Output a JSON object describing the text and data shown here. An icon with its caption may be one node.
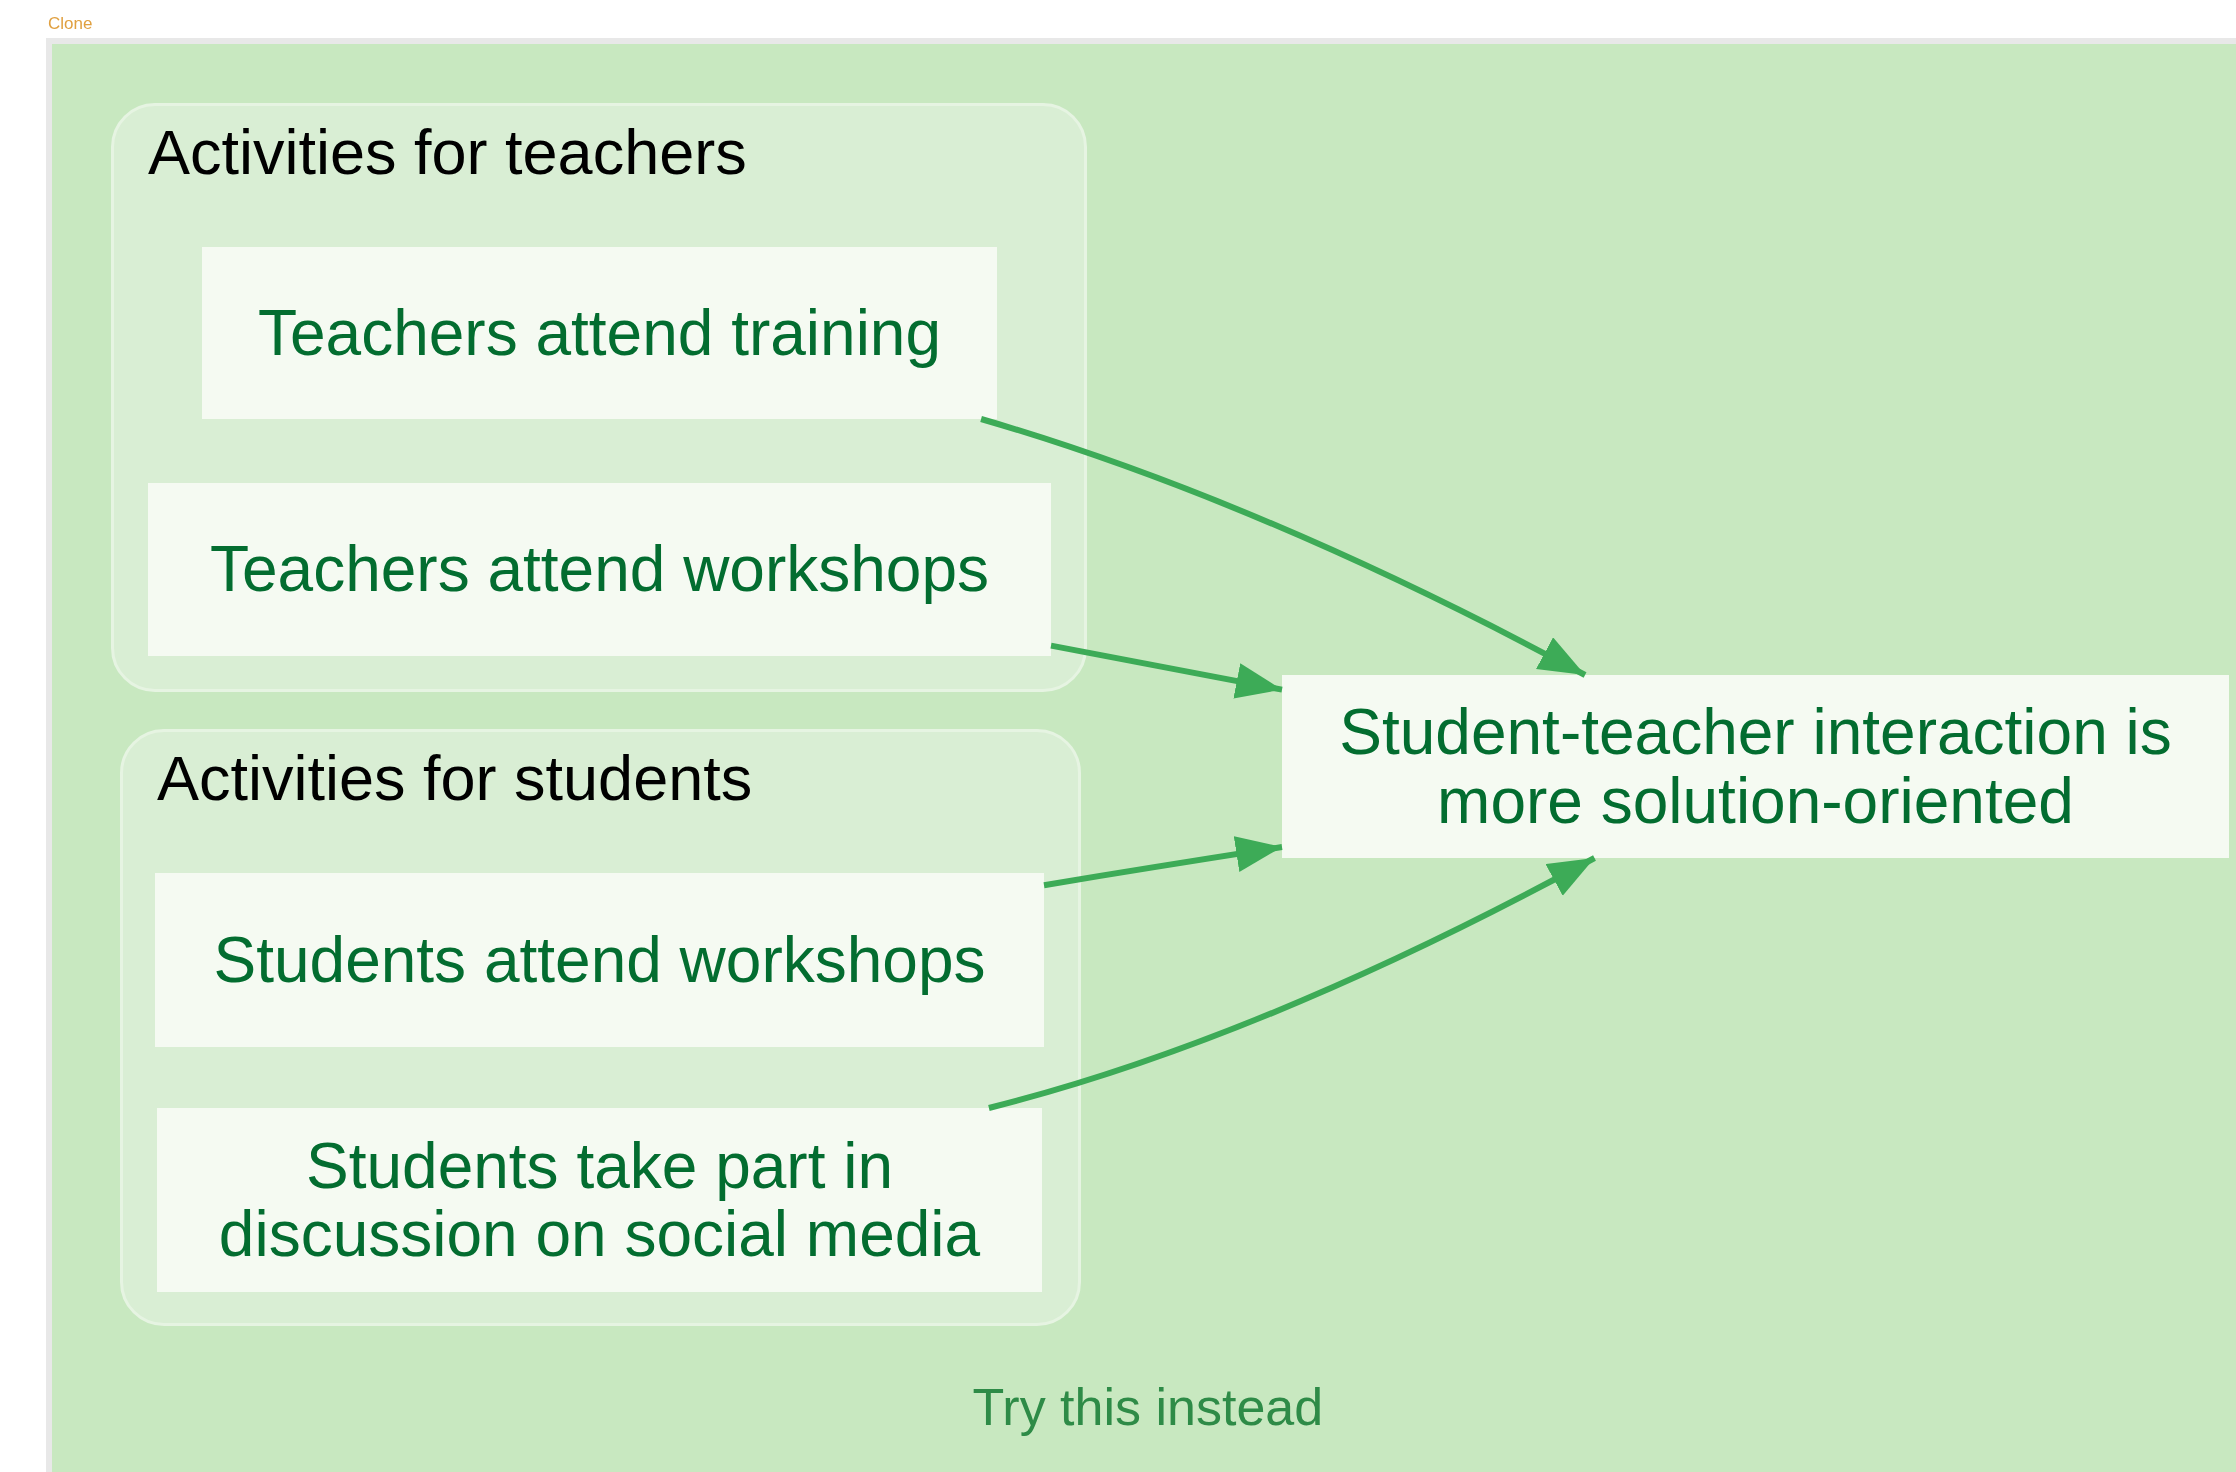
{
  "diagram": {
    "nodes": [
      {
        "text": [
          "Activities for teachers"
        ]
      },
      {
        "text": [
          "Teachers attend training"
        ],
        "in": 0
      },
      {
        "text": [
          "Teachers attend workshops"
        ],
        "in": 0
      },
      {
        "text": [
          "Activities for students"
        ]
      },
      {
        "text": [
          "Students attend workshops"
        ],
        "in": 3
      },
      {
        "text": [
          "Students take part in discussion on social media"
        ],
        "in": 3
      },
      {
        "text": [
          "Student-teacher interaction is more solution-oriented"
        ]
      }
    ],
    "edges": [
      {
        "from": 1,
        "to": 6,
        "arrow": "to"
      },
      {
        "from": 2,
        "to": 6,
        "arrow": "to"
      },
      {
        "from": 4,
        "to": 6,
        "arrow": "to"
      },
      {
        "from": 5,
        "to": 6,
        "arrow": "to"
      }
    ],
    "labels": [
      "Clone",
      "Try this instead"
    ]
  }
}
